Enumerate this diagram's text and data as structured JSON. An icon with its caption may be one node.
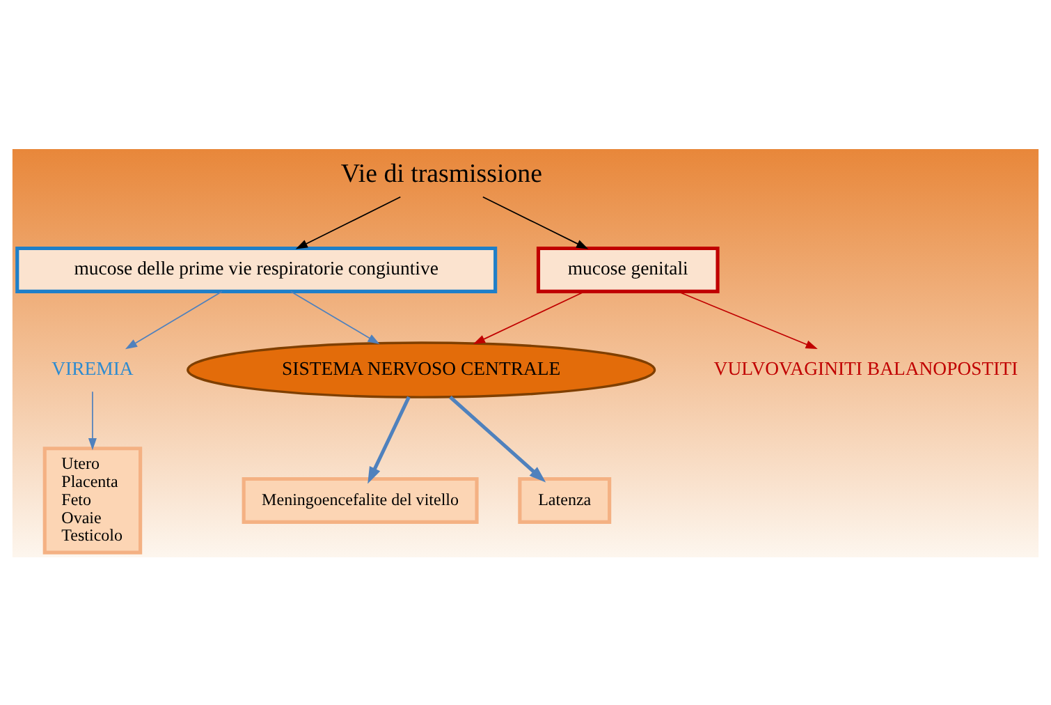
{
  "diagram": {
    "nodes": [
      {
        "text": [
          "Vie di trasmissione"
        ]
      },
      {
        "text": [
          "mucose delle prime vie respiratorie congiuntive"
        ]
      },
      {
        "text": [
          "mucose genitali"
        ]
      },
      {
        "text": [
          "VULVOVAGINITI BALANOPOSTITI"
        ]
      },
      {
        "text": [
          "VIREMIA"
        ]
      },
      {
        "text": [
          "SISTEMA NERVOSO CENTRALE"
        ]
      },
      {
        "text": [
          "Utero",
          "Placenta",
          "Feto",
          "Ovaie",
          "Testicolo"
        ]
      },
      {
        "text": [
          "Meningoencefalite del vitello"
        ]
      },
      {
        "text": [
          "Latenza"
        ]
      }
    ],
    "edges": [
      {
        "from": 0,
        "to": 1,
        "arrow": "to",
        "color": "#000000"
      },
      {
        "from": 0,
        "to": 2,
        "arrow": "to",
        "color": "#000000"
      },
      {
        "from": 1,
        "to": 4,
        "arrow": "to"
      },
      {
        "from": 1,
        "to": 5,
        "arrow": "to"
      },
      {
        "from": 2,
        "to": 5,
        "arrow": "to",
        "color": "#c00000"
      },
      {
        "from": 2,
        "to": 3,
        "arrow": "to",
        "color": "#c00000"
      },
      {
        "from": 4,
        "to": 6,
        "arrow": "to"
      },
      {
        "from": 5,
        "to": 7,
        "arrow": "to",
        "style": "thick"
      },
      {
        "from": 5,
        "to": 8,
        "arrow": "to",
        "style": "thick"
      }
    ]
  }
}
